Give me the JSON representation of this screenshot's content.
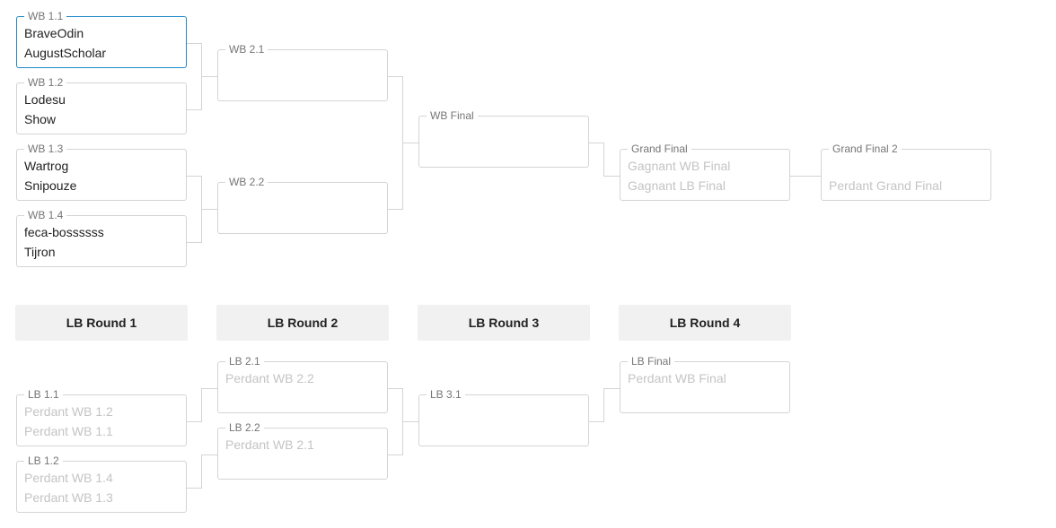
{
  "winners": [
    {
      "id": "wb11",
      "label": "WB 1.1",
      "teams": [
        "BraveOdin",
        "AugustScholar"
      ],
      "selected": true
    },
    {
      "id": "wb12",
      "label": "WB 1.2",
      "teams": [
        "Lodesu",
        "Show"
      ]
    },
    {
      "id": "wb13",
      "label": "WB 1.3",
      "teams": [
        "Wartrog",
        "Snipouze"
      ]
    },
    {
      "id": "wb14",
      "label": "WB 1.4",
      "teams": [
        "feca-bossssss",
        "Tijron"
      ]
    },
    {
      "id": "wb21",
      "label": "WB 2.1",
      "teams": [
        "",
        ""
      ]
    },
    {
      "id": "wb22",
      "label": "WB 2.2",
      "teams": [
        "",
        ""
      ]
    },
    {
      "id": "wbf",
      "label": "WB Final",
      "teams": [
        "",
        ""
      ]
    },
    {
      "id": "gf",
      "label": "Grand Final",
      "teams": [
        "Gagnant WB Final",
        "Gagnant LB Final"
      ],
      "pending": true
    },
    {
      "id": "gf2",
      "label": "Grand Final 2",
      "teams": [
        "",
        "Perdant Grand Final"
      ],
      "pending": true
    }
  ],
  "lb_rounds": [
    "LB Round 1",
    "LB Round 2",
    "LB Round 3",
    "LB Round 4"
  ],
  "losers": [
    {
      "id": "lb11",
      "label": "LB 1.1",
      "teams": [
        "Perdant WB 1.2",
        "Perdant WB 1.1"
      ],
      "pending": true
    },
    {
      "id": "lb12",
      "label": "LB 1.2",
      "teams": [
        "Perdant WB 1.4",
        "Perdant WB 1.3"
      ],
      "pending": true
    },
    {
      "id": "lb21",
      "label": "LB 2.1",
      "teams": [
        "Perdant WB 2.2",
        ""
      ],
      "pending": true
    },
    {
      "id": "lb22",
      "label": "LB 2.2",
      "teams": [
        "Perdant WB 2.1",
        ""
      ],
      "pending": true
    },
    {
      "id": "lb31",
      "label": "LB 3.1",
      "teams": [
        "",
        ""
      ],
      "pending": true
    },
    {
      "id": "lbf",
      "label": "LB Final",
      "teams": [
        "Perdant WB Final",
        ""
      ],
      "pending": true
    }
  ]
}
